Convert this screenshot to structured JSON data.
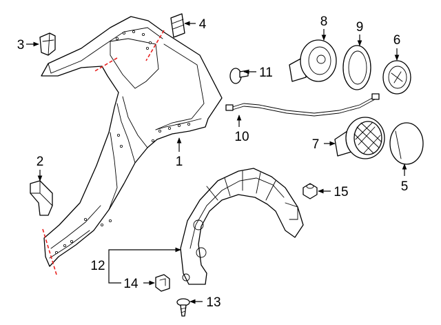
{
  "colors": {
    "line": "#000000",
    "cut_line": "#e8211f",
    "background": "#ffffff"
  },
  "callouts": {
    "c1": "1",
    "c2": "2",
    "c3": "3",
    "c4": "4",
    "c5": "5",
    "c6": "6",
    "c7": "7",
    "c8": "8",
    "c9": "9",
    "c10": "10",
    "c11": "11",
    "c12": "12",
    "c13": "13",
    "c14": "14",
    "c15": "15"
  }
}
